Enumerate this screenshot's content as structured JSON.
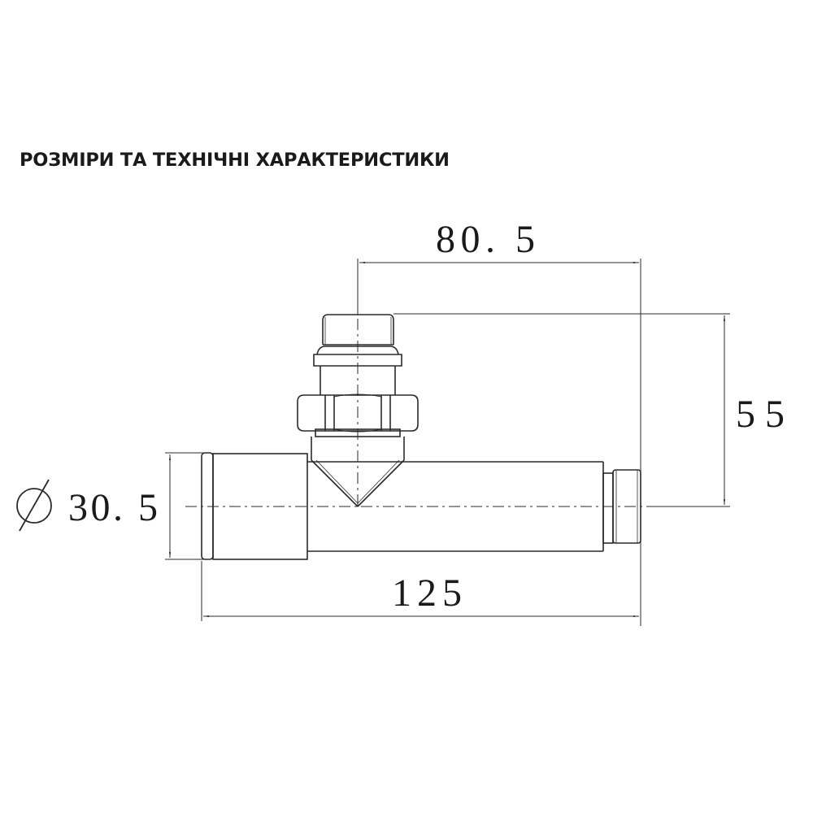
{
  "title": "РОЗМІРИ ТА ТЕХНІЧНІ ХАРАКТЕРИСТИКИ",
  "dimensions": {
    "top_offset": "80. 5",
    "height": "55",
    "diameter_symbol": "⌀",
    "diameter": "30. 5",
    "length": "125"
  },
  "colors": {
    "line": "#2a2a2a",
    "text": "#1a1a1a",
    "background": "#ffffff"
  }
}
